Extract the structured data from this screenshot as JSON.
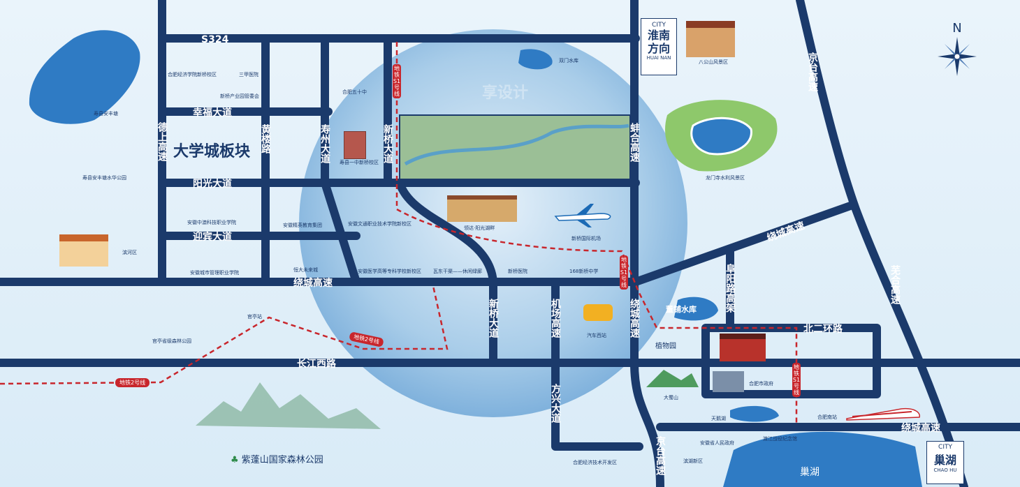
{
  "district_title": "大学城板块",
  "roads": {
    "s324": "S324",
    "xingfu": "幸福大道",
    "yangguang": "阳光大道",
    "yingbin": "迎宾大道",
    "raocheng_w": "绕城高速",
    "raocheng_ne": "绕城高速",
    "raocheng_se": "绕城高速",
    "changjiang": "长江西路",
    "beier": "北二环路",
    "deshang": "德上高速",
    "huanglou": "黄楼路",
    "shouzhou": "寿州大道",
    "xinqiao_n": "新桥大道",
    "bengbu": "蚌合高速",
    "xinqiao_s": "新桥大道",
    "jichang": "机场高速",
    "raocheng_v": "绕城高速",
    "fangxing": "方兴大道",
    "jingtai_s": "京台高速",
    "jingtai_ne": "京台高速",
    "wuhe": "芜合高速",
    "fuyang": "阜阳路高架"
  },
  "metro": {
    "s1_north": "地铁S1号线",
    "s1_mid": "地铁S1号线",
    "s1_east": "地铁S1号线",
    "line2_a": "地铁2号线",
    "line2_b": "地铁2号线"
  },
  "direction_huainan": {
    "city": "CITY",
    "name": "淮南方向",
    "en": "HUAI NAN"
  },
  "direction_chaohu": {
    "city": "CITY",
    "name": "巢湖",
    "en": "CHAO HU"
  },
  "compass": "N",
  "watermark": "享设计",
  "pois": {
    "hefei_econ": "合肥经济学院新桥校区",
    "sanjia": "三甲医院",
    "xinqiao_industry": "新桥产业园管委会",
    "hefei_50": "合肥五十中",
    "shuangmen": "双门水库",
    "bagongshan": "八公山风景区",
    "shouxian_anfeng": "寿县安丰塘",
    "shouxian_park": "寿县安丰塘水华公园",
    "shouxian_no1": "寿县一中新桥校区",
    "ah_medical": "安徽中澳科技职业学院",
    "ah_jingying": "安徽精英教育集团",
    "ah_arts": "安徽文通职业技术学院新校区",
    "lingda": "领达·阳光湖畔",
    "xinqiao_airport": "新桥国际机场",
    "longmen": "龙门寺水利风景区",
    "binhu": "滨河区",
    "ah_urban": "安徽城市管理职业学院",
    "hengda": "恒大未来城",
    "ah_health": "安徽医学高等专科学校新校区",
    "wadong": "瓦东干渠——休闲绿廊",
    "xinqiao_hospital": "新桥医院",
    "xinqiao_168": "168新桥中学",
    "guanting": "官亭站",
    "guanting_forest": "官亭省级森林公园",
    "dongpu": "董铺水库",
    "botanical": "植物园",
    "bus_west": "汽车西站",
    "gov_hefei": "合肥市政府",
    "dashu": "大蜀山",
    "tianehu": "天鹅湖",
    "hefei_south": "合肥南站",
    "ah_gov": "安徽省人民政府",
    "dujiang": "渡江战役纪念馆",
    "binhu_new": "滨湖新区",
    "econ_dev": "合肥经济技术开发区",
    "chaohu_lake": "巢湖",
    "ziping": "紫蓬山国家森林公园"
  },
  "colors": {
    "road": "#1b3a6b",
    "metro": "#c8262c",
    "water": "#2f7bc4",
    "green": "#2e8b4a",
    "accent": "#c8262c"
  }
}
